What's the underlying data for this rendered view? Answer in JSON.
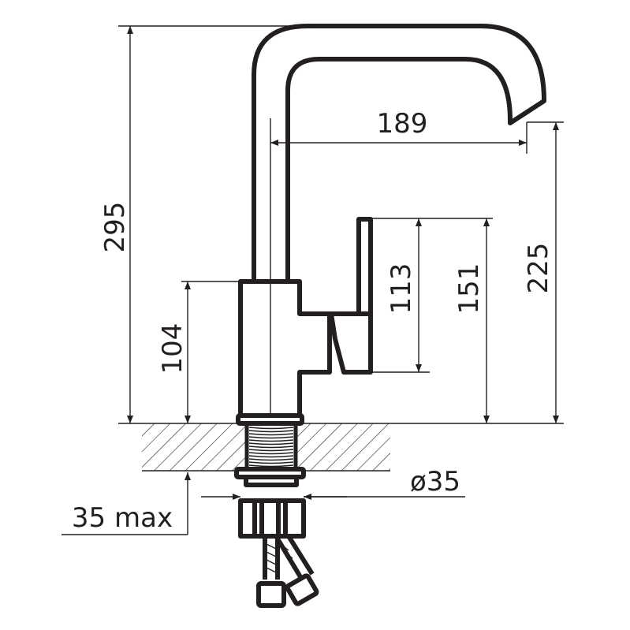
{
  "drawing": {
    "subject": "faucet",
    "dimensions": {
      "overall_height": "295",
      "spout_reach": "189",
      "spout_height": "225",
      "lever_top_height": "151",
      "lever_length": "113",
      "body_height": "104",
      "mounting_diameter": "ø35",
      "max_counter_thickness": "35 max"
    }
  },
  "colors": {
    "line": "#231f20",
    "background": "#ffffff"
  }
}
